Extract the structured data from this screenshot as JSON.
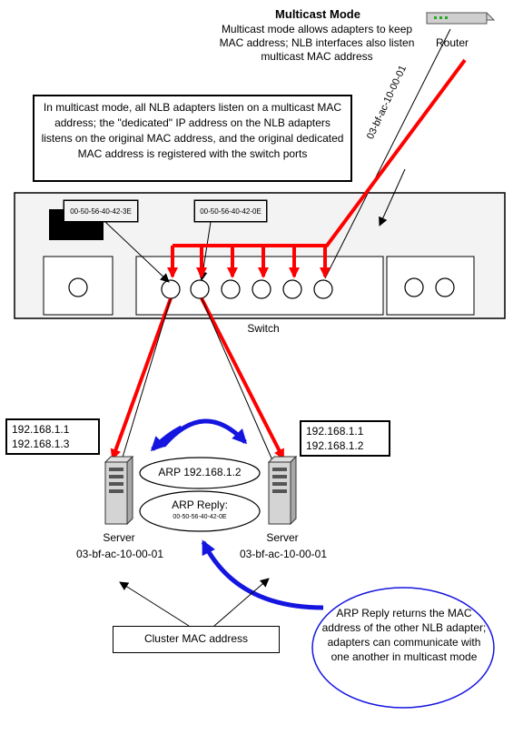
{
  "header": {
    "title": "Multicast Mode",
    "description": "Multicast mode allows adapters to keep MAC address; NLB interfaces also listen multicast MAC address"
  },
  "router": {
    "label": "Router"
  },
  "callout": {
    "text": "In multicast mode, all NLB adapters listen on a multicast MAC address; the \"dedicated\" IP address on the NLB adapters listens on the original MAC address, and the original dedicated MAC address is registered with the switch ports"
  },
  "switch": {
    "label": "Switch",
    "mac_left": "00-50-56-40-42-3E",
    "mac_right": "00-50-56-40-42-0E",
    "multicast_mac": "03-bf-ac-10-00-01"
  },
  "server_left": {
    "ip1": "192.168.1.1",
    "ip2": "192.168.1.3",
    "label": "Server",
    "mac": "03-bf-ac-10-00-01"
  },
  "server_right": {
    "ip1": "192.168.1.1",
    "ip2": "192.168.1.2",
    "label": "Server",
    "mac": "03-bf-ac-10-00-01"
  },
  "arp": {
    "request": "ARP 192.168.1.2",
    "reply_label": "ARP Reply:",
    "reply_mac": "00-50-56-40-42-0E"
  },
  "cluster": {
    "label": "Cluster MAC address"
  },
  "bubble": {
    "text": "ARP Reply returns the MAC address of the other NLB adapter; adapters can communicate with one another in multicast mode"
  },
  "colors": {
    "red": "#ff0000",
    "blue": "#1515e0",
    "panel": "#f0f0f0"
  }
}
